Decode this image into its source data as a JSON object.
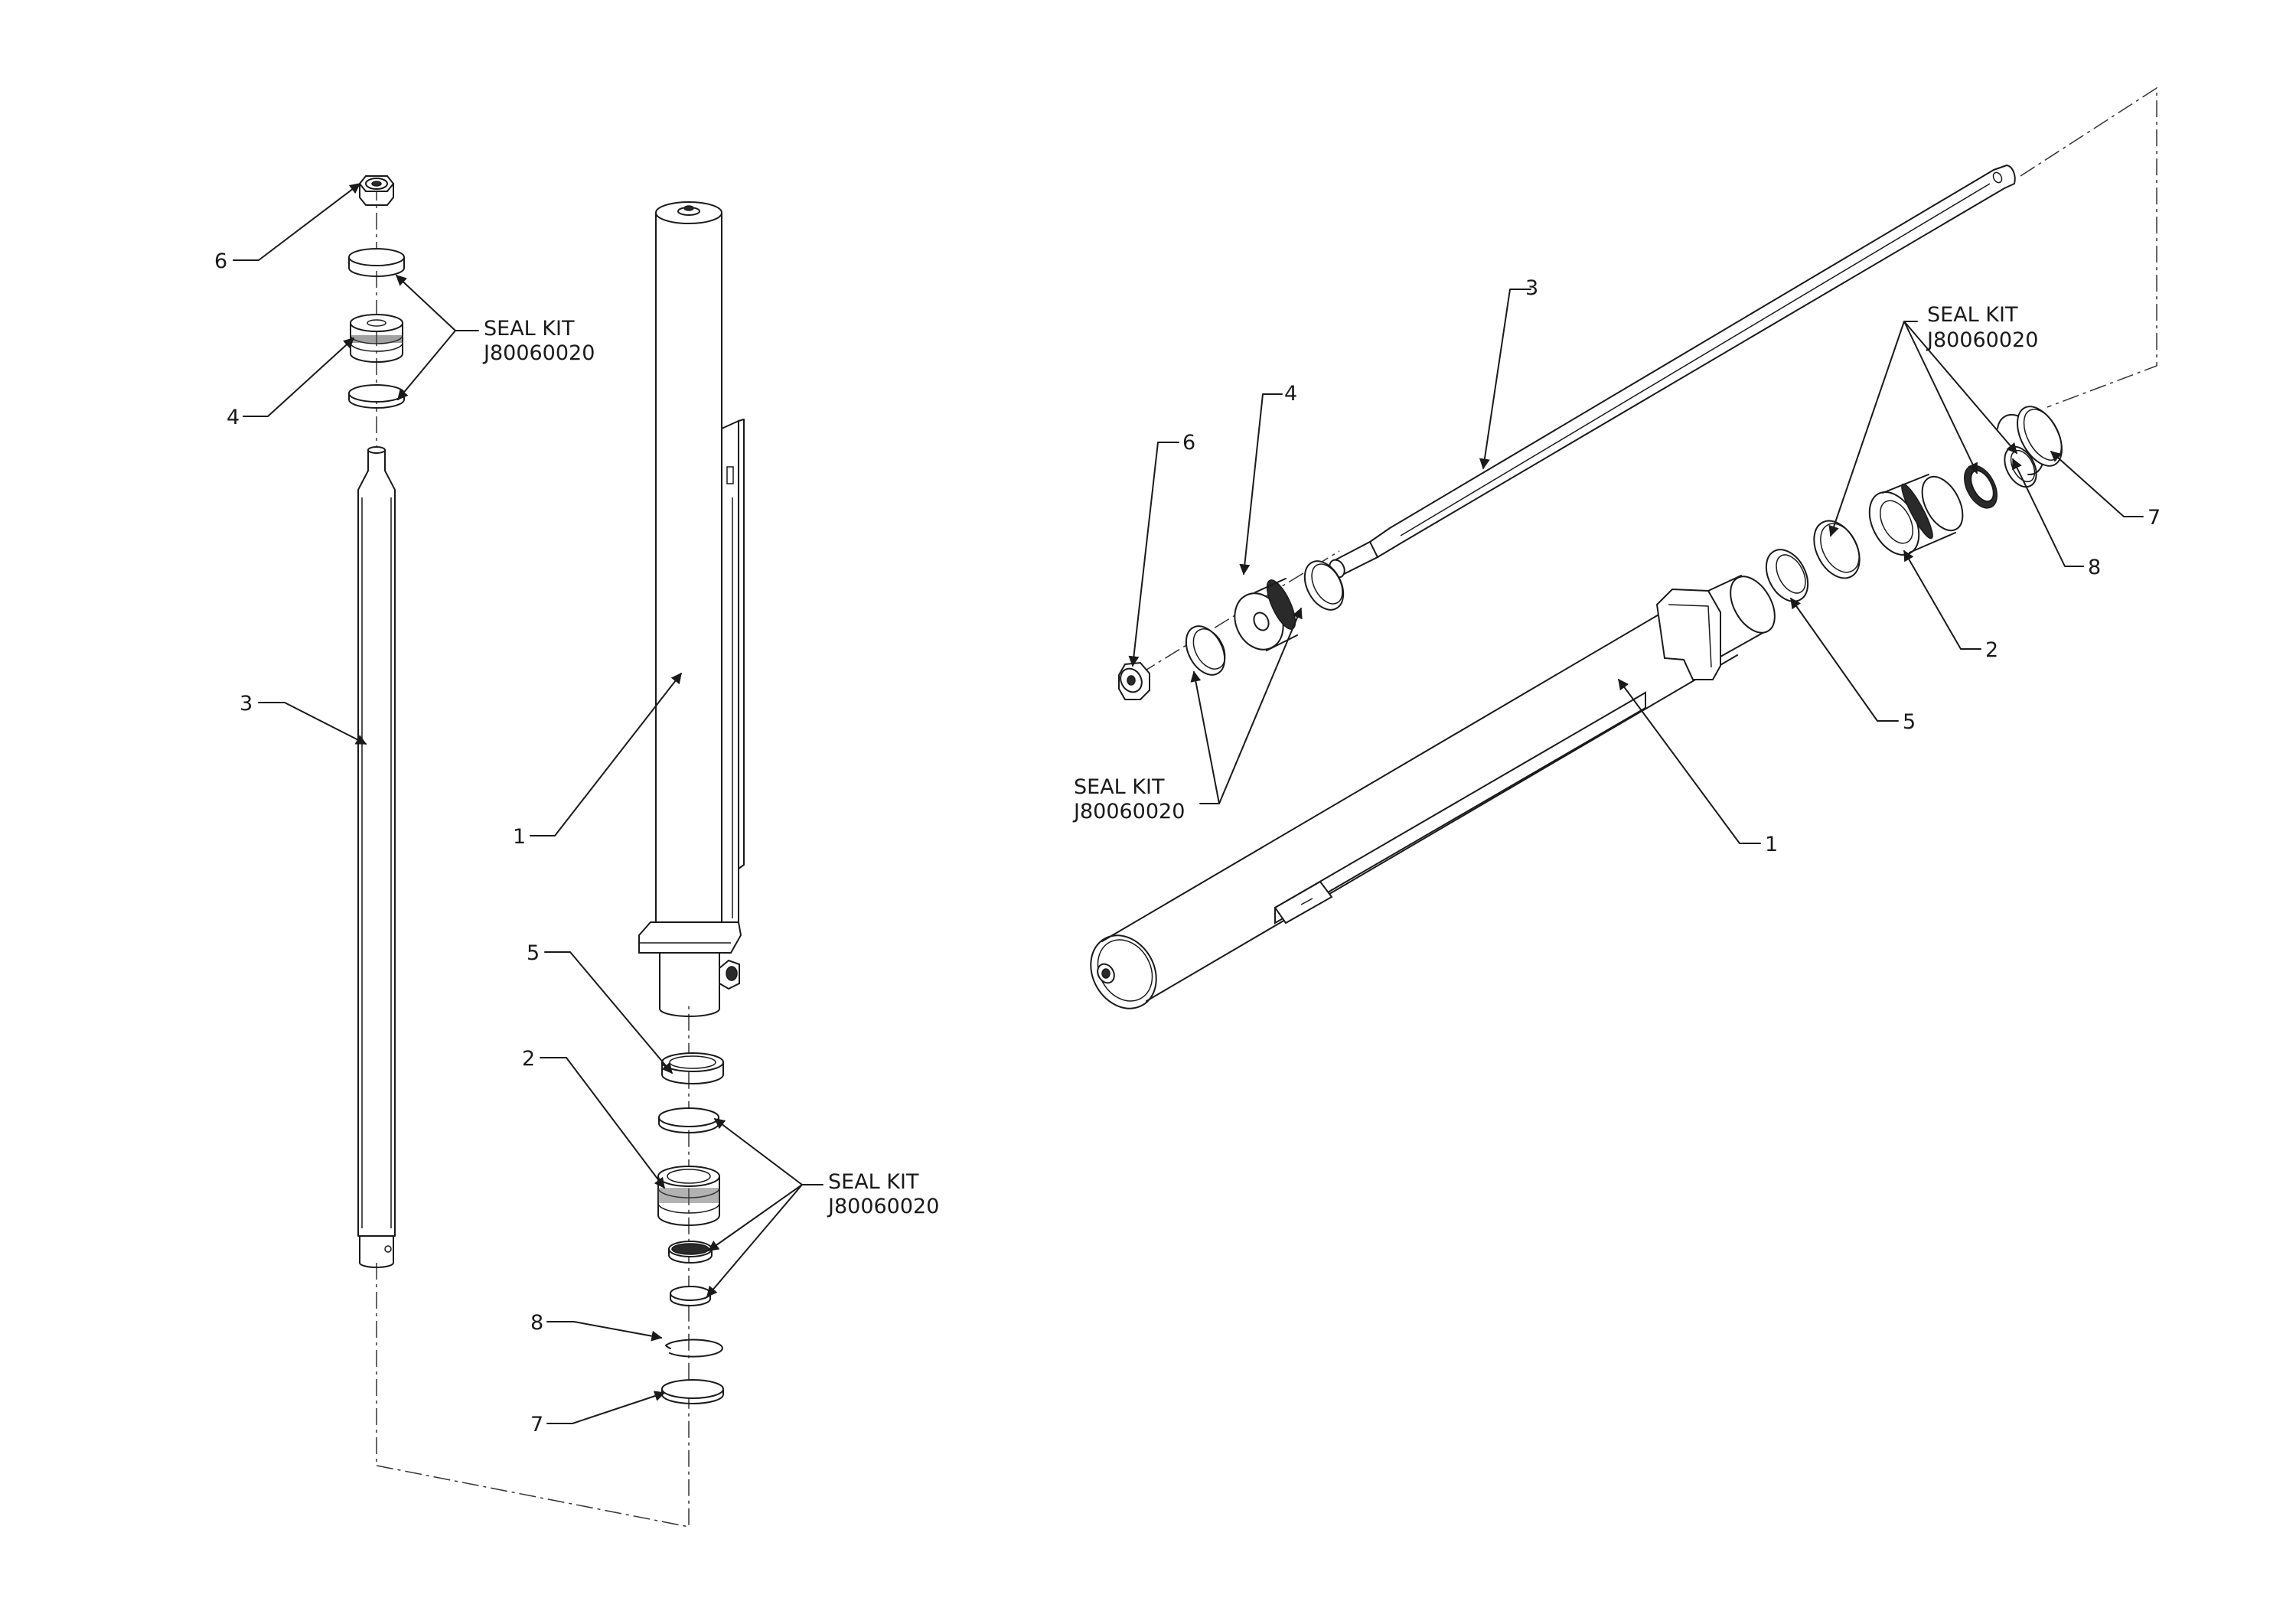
{
  "left_view": {
    "callouts": {
      "c1": "1",
      "c2": "2",
      "c3": "3",
      "c4": "4",
      "c5": "5",
      "c6": "6",
      "c7": "7",
      "c8": "8"
    },
    "seal_kit_top": {
      "title": "SEAL KIT",
      "part": "J80060020"
    },
    "seal_kit_bottom": {
      "title": "SEAL KIT",
      "part": "J80060020"
    }
  },
  "right_view": {
    "callouts": {
      "c1": "1",
      "c2": "2",
      "c3": "3",
      "c4": "4",
      "c5": "5",
      "c6": "6",
      "c7": "7",
      "c8": "8"
    },
    "seal_kit_top": {
      "title": "SEAL KIT",
      "part": "J80060020"
    },
    "seal_kit_left": {
      "title": "SEAL KIT",
      "part": "J80060020"
    }
  }
}
